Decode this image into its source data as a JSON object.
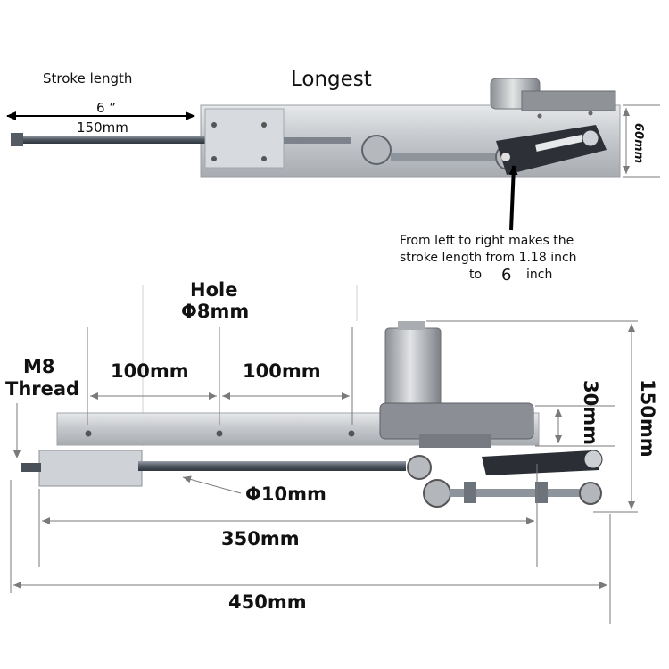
{
  "top": {
    "stroke_label": "Stroke length",
    "title": "Longest",
    "stroke_inch": "6 ”",
    "stroke_mm": "150mm",
    "height_label": "60mm",
    "note_line1": "From left to right makes the",
    "note_line2": "stroke length from 1.18 inch",
    "note_line3_a": "to",
    "note_line3_b": "6",
    "note_line3_c": "inch"
  },
  "bottom": {
    "hole_label": "Hole",
    "hole_dia": "Φ8mm",
    "thread_label_1": "M8",
    "thread_label_2": "Thread",
    "spacing_1": "100mm",
    "spacing_2": "100mm",
    "plate_height": "30mm",
    "total_height": "150mm",
    "rod_dia": "Φ10mm",
    "mid_length": "350mm",
    "total_length": "450mm"
  },
  "colors": {
    "dimension_line": "#7a7a7a",
    "text": "#111111",
    "aluminum": "#c9ccd0",
    "rod": "#5c6470",
    "arrow_black": "#000000"
  }
}
